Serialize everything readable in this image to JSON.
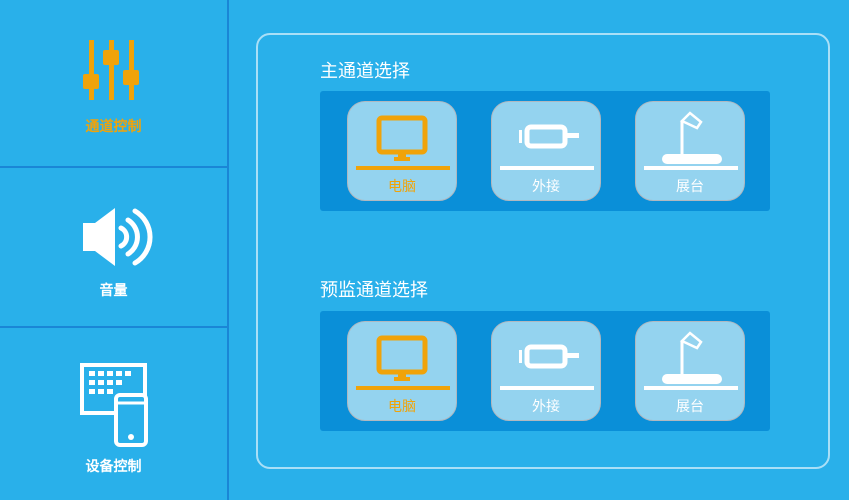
{
  "sidebar": {
    "items": [
      {
        "label": "通道控制",
        "icon": "sliders-icon",
        "active": true
      },
      {
        "label": "音量",
        "icon": "speaker-icon"
      },
      {
        "label": "设备控制",
        "icon": "tablet-phone-icon"
      }
    ]
  },
  "main": {
    "main_channel": {
      "title": "主通道选择",
      "options": [
        {
          "label": "电脑",
          "icon": "monitor-icon",
          "selected": true
        },
        {
          "label": "外接",
          "icon": "connector-icon"
        },
        {
          "label": "展台",
          "icon": "document-camera-icon"
        }
      ]
    },
    "preview_channel": {
      "title": "预监通道选择",
      "options": [
        {
          "label": "电脑",
          "icon": "monitor-icon",
          "selected": true
        },
        {
          "label": "外接",
          "icon": "connector-icon"
        },
        {
          "label": "展台",
          "icon": "document-camera-icon"
        }
      ]
    }
  },
  "colors": {
    "background": "#29b0ea",
    "panel": "#0a8fd8",
    "tile": "#94d3ef",
    "accent": "#f0a30a"
  }
}
